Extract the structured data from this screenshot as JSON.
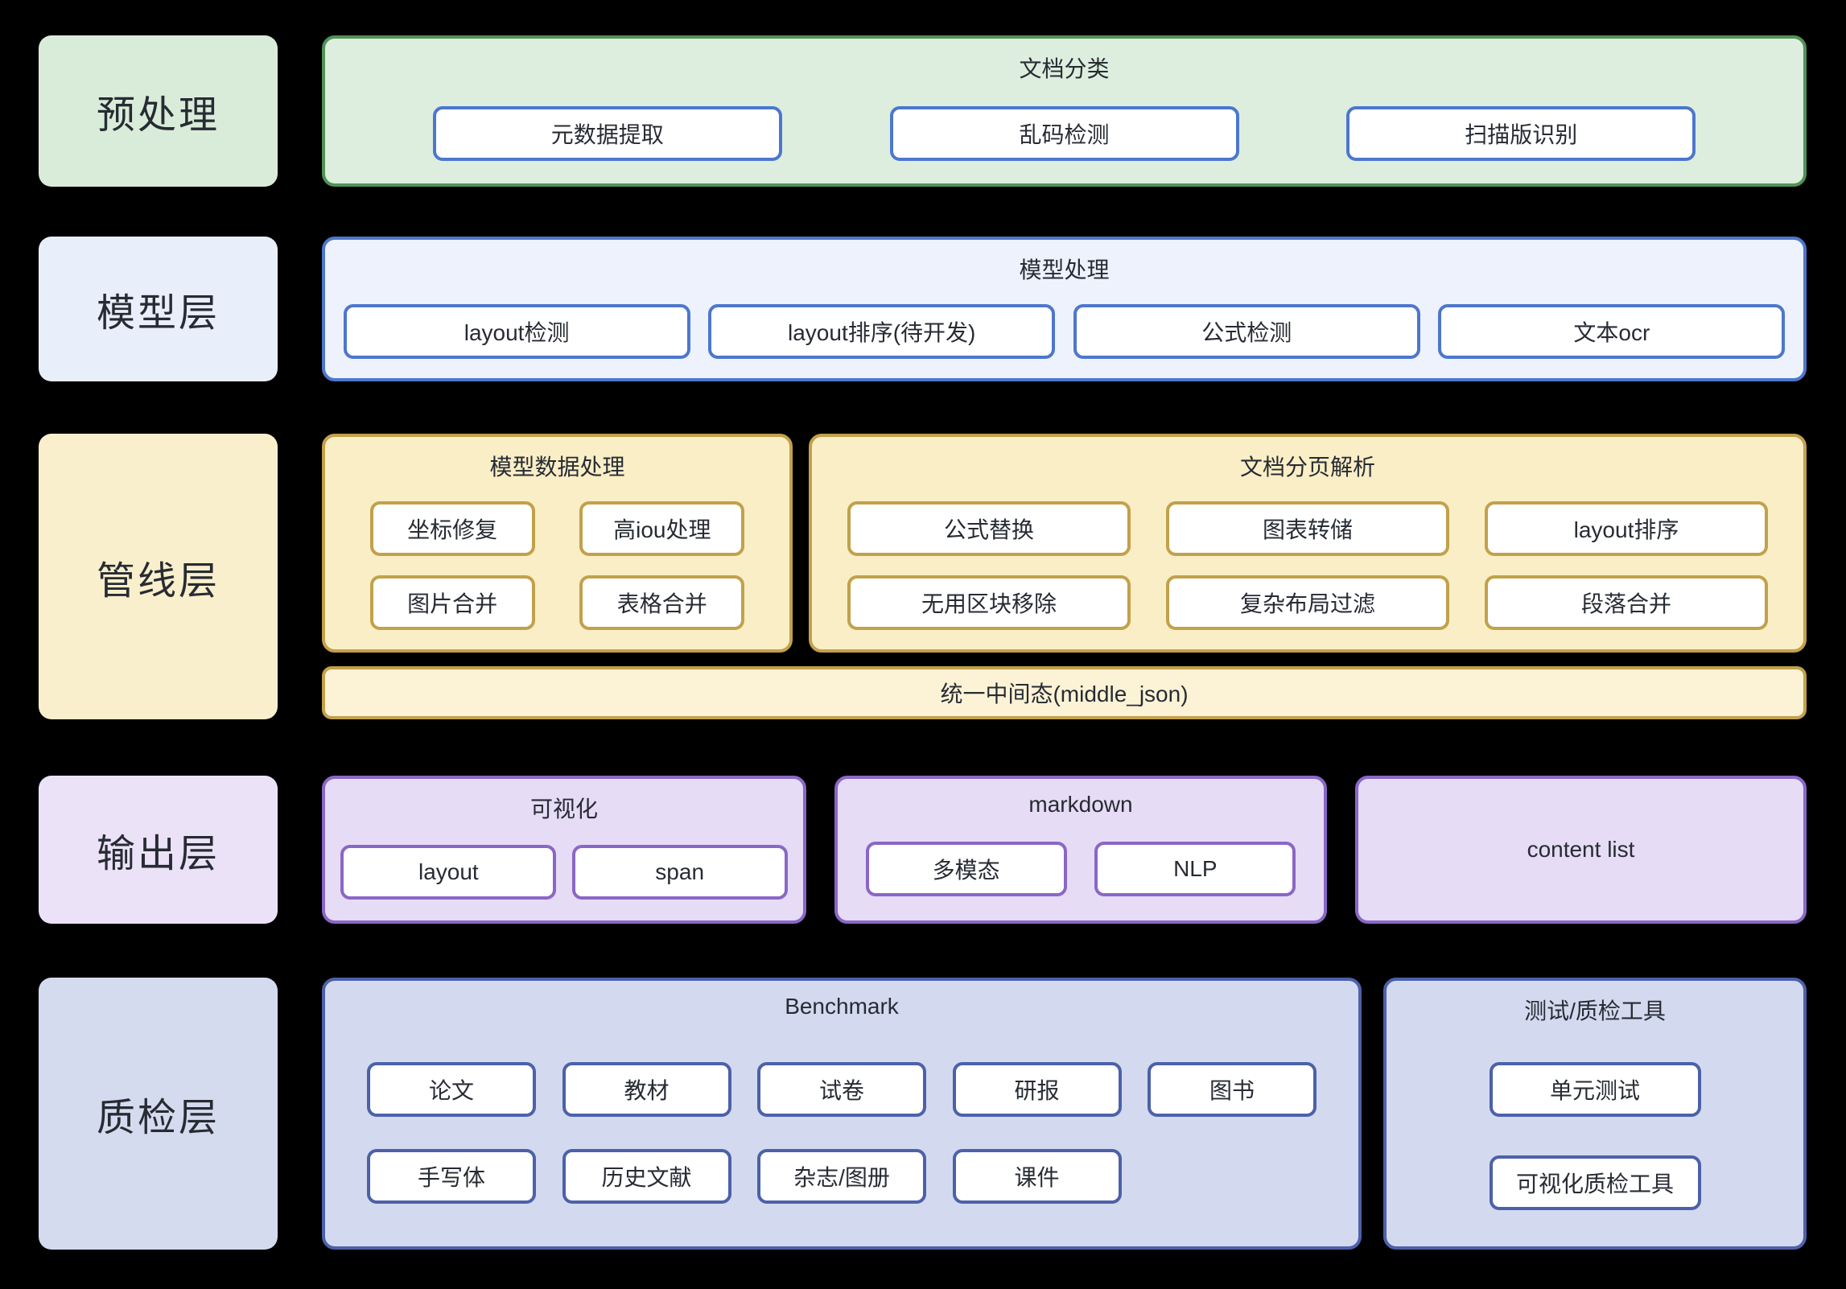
{
  "palette": {
    "background": "#000000",
    "text": "#272b33",
    "green_border": "#519257",
    "green_fill": "#ddeedf",
    "blue_border": "#4d77cd",
    "blue_fill": "#eef2fc",
    "gold_border": "#c2a14b",
    "gold_fill": "#faeec6",
    "gold_bar_fill": "#fcf3d6",
    "purple_border": "#8a67c7",
    "purple_fill": "#e6dcf6",
    "content_list_fill": "#ece5f9",
    "indigo_border": "#4c61a9",
    "indigo_fill": "#d3daef",
    "item_fill": "#ffffff"
  },
  "layers": [
    {
      "label": "预处理",
      "groups": [
        {
          "title": "文档分类",
          "items": [
            "元数据提取",
            "乱码检测",
            "扫描版识别"
          ]
        }
      ]
    },
    {
      "label": "模型层",
      "groups": [
        {
          "title": "模型处理",
          "items": [
            "layout检测",
            "layout排序(待开发)",
            "公式检测",
            "文本ocr"
          ]
        }
      ]
    },
    {
      "label": "管线层",
      "groups": [
        {
          "title": "模型数据处理",
          "items": [
            "坐标修复",
            "高iou处理",
            "图片合并",
            "表格合并"
          ]
        },
        {
          "title": "文档分页解析",
          "items": [
            "公式替换",
            "图表转储",
            "layout排序",
            "无用区块移除",
            "复杂布局过滤",
            "段落合并"
          ]
        }
      ],
      "bar": "统一中间态(middle_json)"
    },
    {
      "label": "输出层",
      "groups": [
        {
          "title": "可视化",
          "items": [
            "layout",
            "span"
          ]
        },
        {
          "title": "markdown",
          "items": [
            "多模态",
            "NLP"
          ]
        },
        {
          "plain": "content list"
        }
      ]
    },
    {
      "label": "质检层",
      "groups": [
        {
          "title": "Benchmark",
          "items": [
            "论文",
            "教材",
            "试卷",
            "研报",
            "图书",
            "手写体",
            "历史文献",
            "杂志/图册",
            "课件"
          ]
        },
        {
          "title": "测试/质检工具",
          "items": [
            "单元测试",
            "可视化质检工具"
          ]
        }
      ]
    }
  ]
}
